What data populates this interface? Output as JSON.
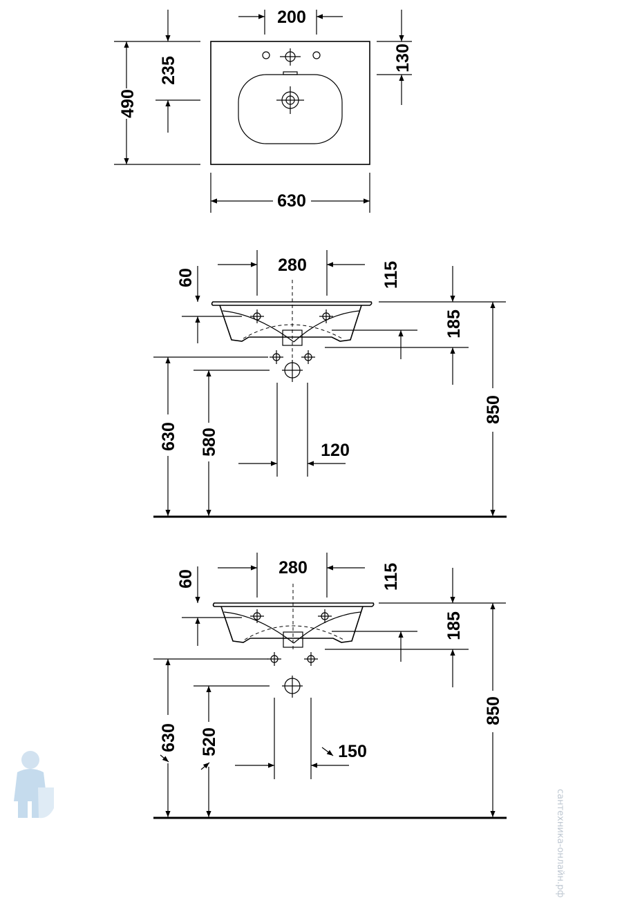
{
  "top_view": {
    "dims": {
      "tap_holes_spacing": "200",
      "depth_total": "490",
      "waste_from_back": "235",
      "tap_from_back": "130",
      "width": "630"
    }
  },
  "side_view_1": {
    "dims": {
      "top_spacing": "280",
      "rim_thickness": "60",
      "back_offset": "115",
      "bowl_depth": "185",
      "height_630": "630",
      "height_580": "580",
      "pipe_spacing": "120",
      "total_height": "850"
    }
  },
  "side_view_2": {
    "dims": {
      "top_spacing": "280",
      "rim_thickness": "60",
      "back_offset": "115",
      "bowl_depth": "185",
      "height_630": "630",
      "height_520": "520",
      "pipe_spacing": "150",
      "total_height": "850"
    }
  },
  "watermark": {
    "text": "сантехника-онлайн.рф",
    "logo_icon": "plumber-logo-icon"
  }
}
